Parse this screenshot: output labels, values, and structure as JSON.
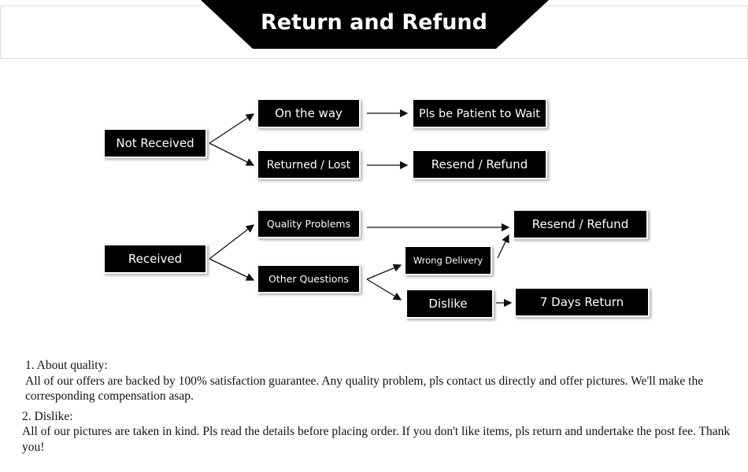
{
  "title": "Return and Refund",
  "nodes": {
    "not_received": "Not Received",
    "on_the_way": "On the way",
    "be_patient": "Pls be Patient to Wait",
    "returned_lost": "Returned / Lost",
    "resend_refund_1": "Resend / Refund",
    "received": "Received",
    "quality_problems": "Quality Problems",
    "resend_refund_2": "Resend / Refund",
    "other_questions": "Other Questions",
    "wrong_delivery": "Wrong Delivery",
    "dislike": "Dislike",
    "days_return": "7 Days Return"
  },
  "notes": {
    "quality_heading": "1. About quality:",
    "quality_text": "All of our offers are backed by 100% satisfaction guarantee. Any quality problem, pls contact us directly and offer pictures. We'll make the corresponding compensation asap.",
    "dislike_heading": "2. Dislike:",
    "dislike_text": "All of our pictures are taken in kind. Pls read the details before placing order. If you don't like items, pls return and undertake the post fee. Thank you!"
  }
}
